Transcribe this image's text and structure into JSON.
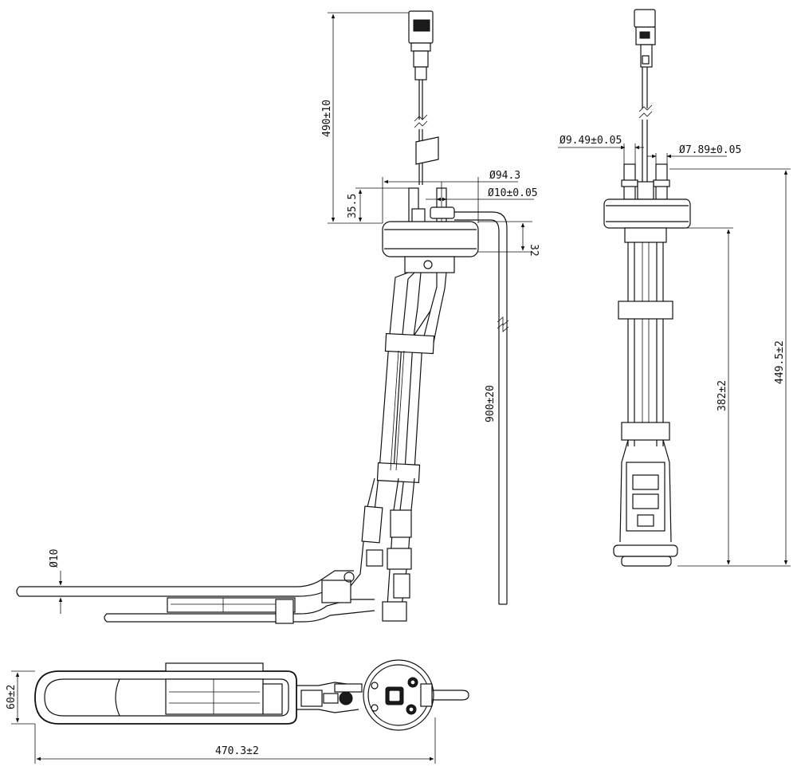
{
  "dimensions": {
    "wire_length": "490±10",
    "flange_dia": "Ø94.3",
    "tube_dia_front": "Ø10±0.05",
    "height_35": "35.5",
    "tube_offset": "32",
    "tube_length": "900±20",
    "float_arm_dia": "Ø10",
    "outlet_dia_left": "Ø9.49±0.05",
    "outlet_dia_right": "Ø7.89±0.05",
    "total_height": "449.5±2",
    "module_height": "382±2",
    "width_60": "60±2",
    "length_470": "470.3±2"
  },
  "colors": {
    "line": "#111111",
    "background": "#ffffff"
  }
}
